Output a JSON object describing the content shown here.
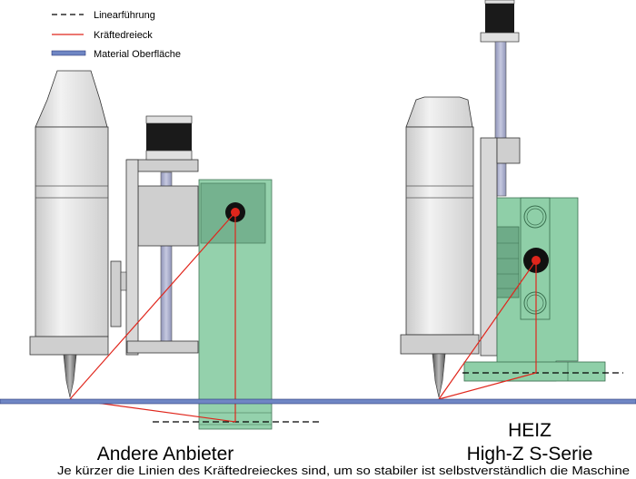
{
  "legend": {
    "linear_guide": "Linearführung",
    "force_triangle": "Kräftedreieck",
    "material_surface": "Material Oberfläche"
  },
  "left_machine": {
    "label": "Andere Anbieter"
  },
  "right_machine": {
    "brand": "HEIZ",
    "series": "High-Z S-Serie"
  },
  "footer": {
    "text": "Je kürzer die Linien des Kräftedreieckes sind, um so stabiler ist selbstverständlich die Maschine"
  },
  "colors": {
    "force_triangle": "#e0261c",
    "material_surface": "#6f86c4",
    "guide_plate": "#8fcfa8",
    "spindle": "#dedede",
    "motor_black": "#1a1a1a"
  }
}
